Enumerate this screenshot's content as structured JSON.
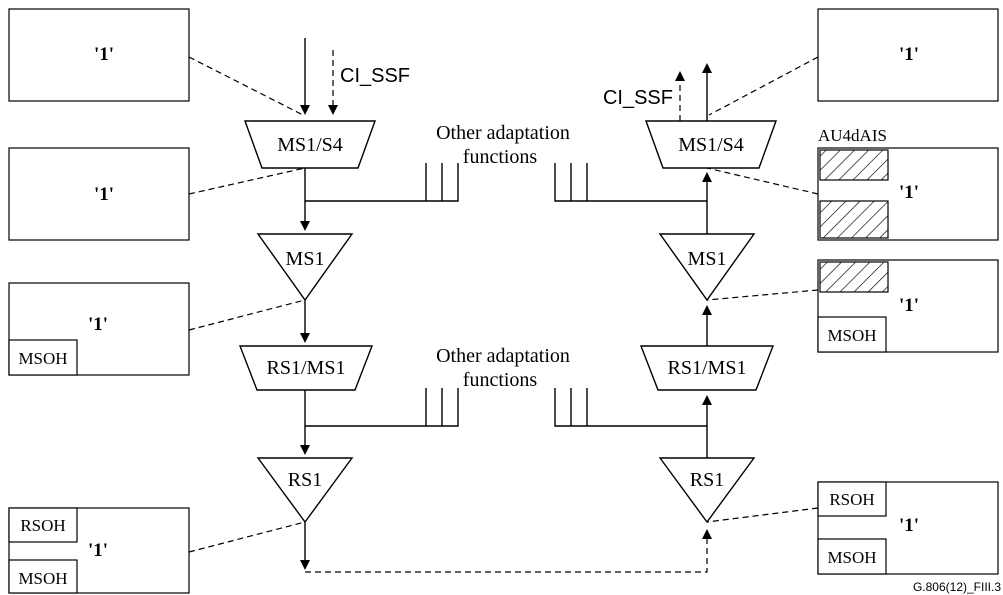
{
  "frame_labels": {
    "tl": "'1'",
    "l2": "'1'",
    "l3": "'1'",
    "l4": "'1'",
    "tr": "'1'",
    "r2": "'1'",
    "r3": "'1'",
    "r4": "'1'"
  },
  "overhead": {
    "msoh": "MSOH",
    "rsoh": "RSOH",
    "au4dais": "AU4dAIS"
  },
  "functions": {
    "ms1_s4": "MS1/S4",
    "ms1": "MS1",
    "rs1_ms1": "RS1/MS1",
    "rs1": "RS1"
  },
  "signals": {
    "ci_ssf": "CI_SSF"
  },
  "other_adaptation": {
    "line1": "Other adaptation",
    "line2": "functions"
  },
  "figure_id": "G.806(12)_FIII.3"
}
